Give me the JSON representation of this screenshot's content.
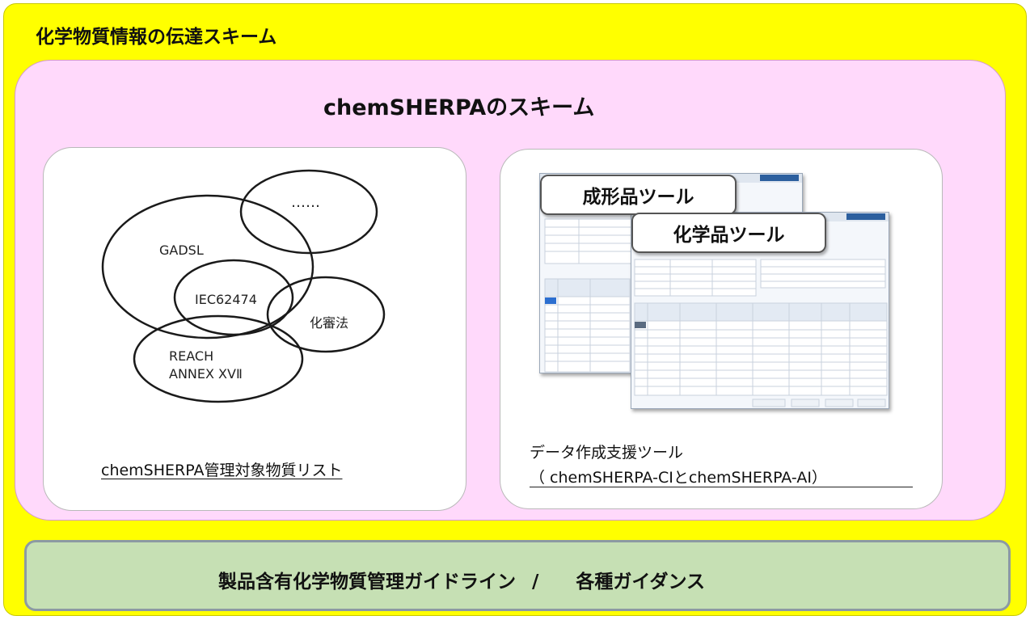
{
  "outer": {
    "title": "化学物質情報の伝達スキーム"
  },
  "inner": {
    "title": "chemSHERPAのスキーム"
  },
  "substance_list": {
    "sets": [
      "GADSL",
      "……",
      "IEC62474",
      "化審法",
      "REACH",
      "ANNEX XVⅡ"
    ],
    "caption": "chemSHERPA管理対象物質リスト"
  },
  "tools": {
    "window_article_label": "成形品ツール",
    "window_chemical_label": "化学品ツール",
    "caption_line1": "データ作成支援ツール",
    "caption_line2": "（ chemSHERPA-CIとchemSHERPA-AI）"
  },
  "bottom": {
    "left_text": "製品含有化学物質管理ガイドライン",
    "separator": "/",
    "right_text": "各種ガイダンス"
  },
  "colors": {
    "outer_bg": "#ffff00",
    "inner_bg": "#ffd9fb",
    "bottom_bg": "#c6e0b4"
  }
}
